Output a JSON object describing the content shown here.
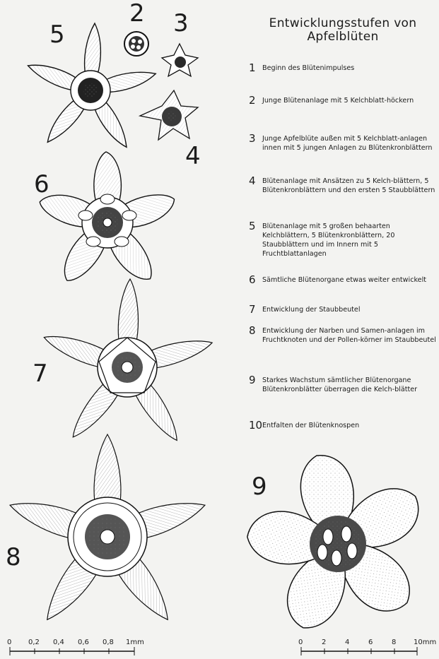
{
  "title": {
    "line1": "Entwicklungsstufen von",
    "line2": "Apfelblüten"
  },
  "legend": [
    {
      "num": "1",
      "text": "Beginn des Blütenimpulses"
    },
    {
      "num": "2",
      "text": "Junge Blütenanlage mit 5 Kelchblatt-höckern"
    },
    {
      "num": "3",
      "text": "Junge Apfelblüte außen mit 5 Kelchblatt-anlagen innen mit 5 jungen Anlagen zu Blütenkronblättern"
    },
    {
      "num": "4",
      "text": "Blütenanlage mit Ansätzen zu 5 Kelch-blättern, 5 Blütenkronblättern und den ersten 5 Staubblättern"
    },
    {
      "num": "5",
      "text": "Blütenanlage mit 5 großen behaarten Kelchblättern, 5 Blütenkronblättern, 20 Staubblättern und im Innern mit 5 Fruchtblattanlagen"
    },
    {
      "num": "6",
      "text": "Sämtliche Blütenorgane etwas weiter entwickelt"
    },
    {
      "num": "7",
      "text": "Entwicklung der Staubbeutel"
    },
    {
      "num": "8",
      "text": "Entwicklung der Narben und Samen-anlagen im Fruchtknoten und der Pollen-körner im Staubbeutel"
    },
    {
      "num": "9",
      "text": "Starkes Wachstum sämtlicher Blütenorgane Blütenkronblätter überragen die Kelch-blätter"
    },
    {
      "num": "10",
      "text": "Entfalten der Blütenknospen"
    }
  ],
  "stage_labels": [
    "2",
    "3",
    "4",
    "5",
    "6",
    "7",
    "8",
    "9"
  ],
  "scale_left": {
    "ticks": [
      "0",
      "0,2",
      "0,4",
      "0,6",
      "0,8",
      "1mm"
    ]
  },
  "scale_right": {
    "ticks": [
      "0",
      "2",
      "4",
      "6",
      "8",
      "10mm"
    ]
  }
}
